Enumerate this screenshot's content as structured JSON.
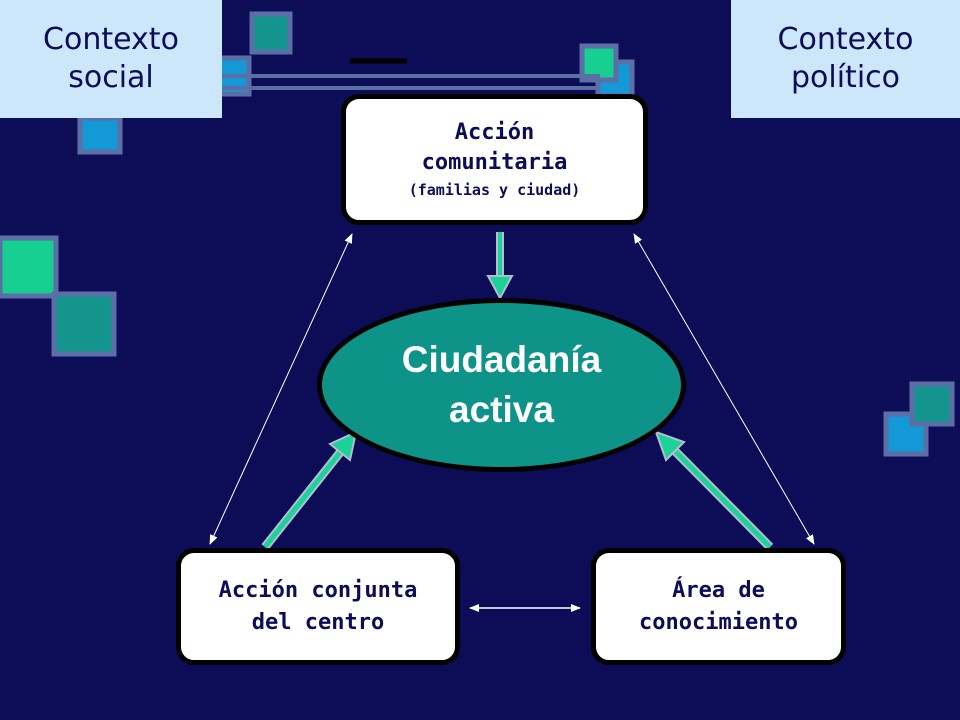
{
  "context": {
    "social": [
      "Contexto",
      "social"
    ],
    "political": [
      "Contexto",
      "político"
    ]
  },
  "nodes": {
    "community_action": {
      "line1": "Acción",
      "line2": "comunitaria",
      "sub": "(familias y ciudad)"
    },
    "active_citizenship": {
      "line1": "Ciudadanía",
      "line2": "activa"
    },
    "school_action": {
      "line1": "Acción conjunta",
      "line2": "del centro"
    },
    "knowledge_area": {
      "line1": "Área de",
      "line2": "conocimiento"
    }
  },
  "colors": {
    "background": "#0d0c57",
    "context_box": "#cce6fa",
    "ellipse": "#0e9388",
    "green_arrow": "#19d39a",
    "square_teal": "#13958d",
    "square_blue": "#1499d7",
    "square_green": "#17cf90",
    "square_border": "#5b6ea6"
  }
}
